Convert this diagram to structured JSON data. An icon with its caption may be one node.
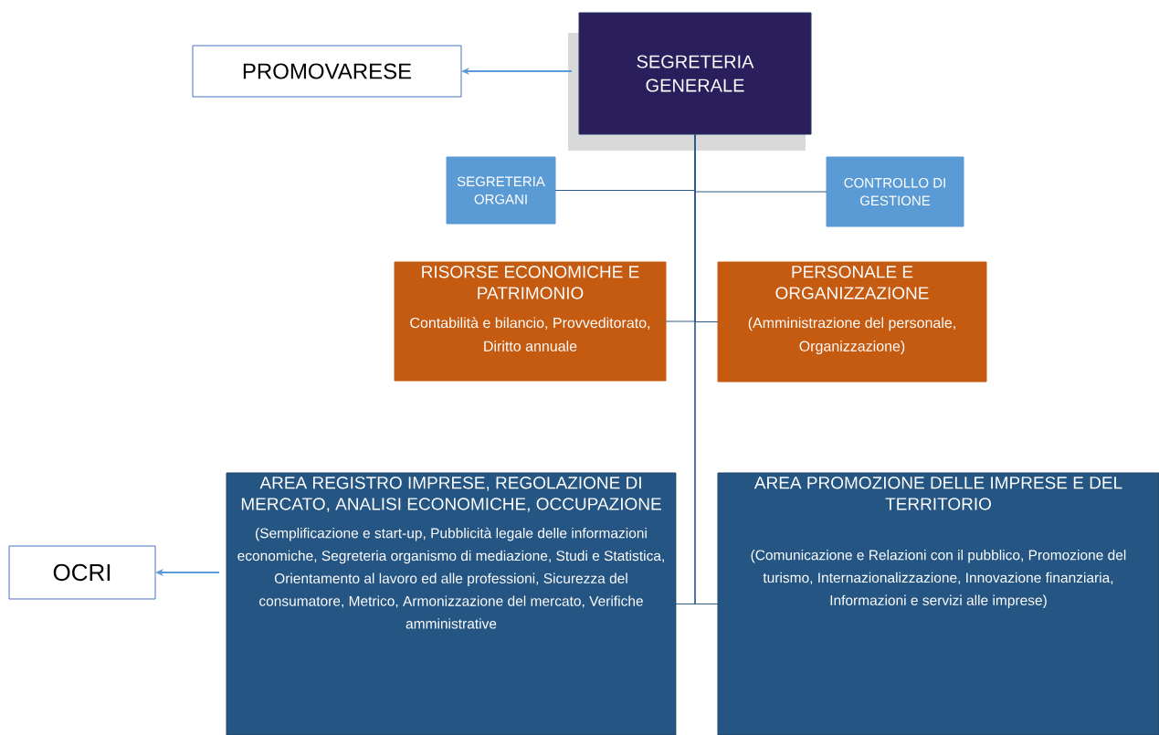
{
  "diagram": {
    "nodes": [
      {
        "text": [
          "SEGRETERIA GENERALE"
        ]
      },
      {
        "text": [
          "PROMOVARESE"
        ]
      },
      {
        "text": [
          "SEGRETERIA ORGANI"
        ]
      },
      {
        "text": [
          "CONTROLLO DI GESTIONE"
        ]
      },
      {
        "text": [
          "RISORSE ECONOMICHE E PATRIMONIO",
          "Contabilità e bilancio, Provveditorato, Diritto annuale"
        ]
      },
      {
        "text": [
          "PERSONALE E ORGANIZZAZIONE",
          "(Amministrazione del personale, Organizzazione)"
        ]
      },
      {
        "text": [
          "AREA REGISTRO IMPRESE, REGOLAZIONE DI MERCATO, ANALISI ECONOMICHE, OCCUPAZIONE",
          "(Semplificazione e start-up, Pubblicità legale delle informazioni economiche, Segreteria organismo di mediazione, Studi e Statistica, Orientamento al lavoro ed alle professioni, Sicurezza del consumatore, Metrico, Armonizzazione del mercato, Verifiche amministrative"
        ]
      },
      {
        "text": [
          "AREA PROMOZIONE DELLE IMPRESE E DEL TERRITORIO",
          "(Comunicazione e Relazioni con il pubblico, Promozione del turismo, Internazionalizzazione, Innovazione finanziaria, Informazioni e servizi alle imprese)"
        ]
      },
      {
        "text": [
          "OCRI"
        ]
      }
    ],
    "edges": [
      {
        "from": 0,
        "to": 1,
        "arrow": "to",
        "color": "#5b9bd5"
      },
      {
        "from": 0,
        "to": 2,
        "arrow": "none"
      },
      {
        "from": 0,
        "to": 3,
        "arrow": "none"
      },
      {
        "from": 0,
        "to": 4,
        "arrow": "none"
      },
      {
        "from": 0,
        "to": 5,
        "arrow": "none"
      },
      {
        "from": 0,
        "to": 6,
        "arrow": "none"
      },
      {
        "from": 0,
        "to": 7,
        "arrow": "none"
      },
      {
        "from": 6,
        "to": 8,
        "arrow": "to",
        "color": "#5b9bd5"
      }
    ]
  }
}
